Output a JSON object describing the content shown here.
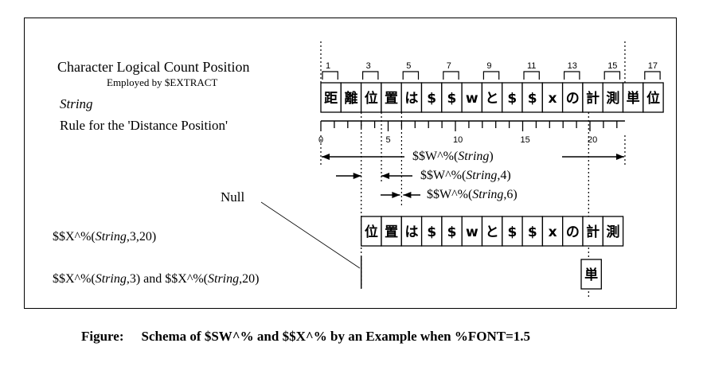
{
  "labels": {
    "char_count_title": "Character Logical Count Position",
    "employed_by": "Employed by $EXTRACT",
    "string_label": "String",
    "rule_label": "Rule for the 'Distance Position'",
    "x1_label": "$$X^%(String,3,20)",
    "x2_label": "$$X^%(String,3) and $$X^%(String,20)",
    "null_label": "Null"
  },
  "calls": {
    "w1": "$$W^%(String)",
    "w2": "$$W^%(String,4)",
    "w3": "$$W^%(String,6)"
  },
  "top_counts": [
    "1",
    "3",
    "5",
    "7",
    "9",
    "11",
    "13",
    "15",
    "17"
  ],
  "string_chars": [
    "距",
    "離",
    "位",
    "置",
    "は",
    "$",
    "$",
    "w",
    "と",
    "$",
    "$",
    "x",
    "の",
    "計",
    "測",
    "単",
    "位"
  ],
  "ruler_labels": [
    "0",
    "5",
    "10",
    "15",
    "20"
  ],
  "x1_chars": [
    "位",
    "置",
    "は",
    "$",
    "$",
    "w",
    "と",
    "$",
    "$",
    "x",
    "の",
    "計",
    "測"
  ],
  "x2_chars": [
    "単"
  ],
  "caption": {
    "prefix": "Figure:",
    "text": "Schema of $SW^% and $$X^% by an Example when %FONT=1.5"
  }
}
